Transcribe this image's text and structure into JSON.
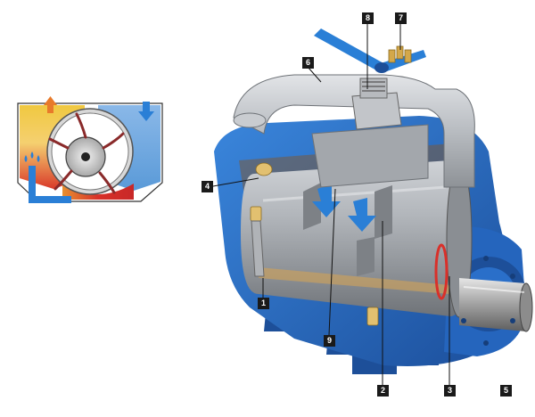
{
  "labels": {
    "l1": "1",
    "l2": "2",
    "l3": "3",
    "l4": "4",
    "l5": "5",
    "l6": "6",
    "l7": "7",
    "l8": "8",
    "l9": "9"
  },
  "colors": {
    "casing_blue": "#2a6fc9",
    "casing_dark": "#1d4f99",
    "pipe_grey": "#b9bdc2",
    "rotor_grey": "#a9adb2",
    "inlet_arrow": "#2a7fd6",
    "outlet_arrow": "#e87a2a",
    "hot_zone": "#d9302a",
    "warm_zone": "#f2b42a",
    "ring_band": "#c8a060"
  }
}
